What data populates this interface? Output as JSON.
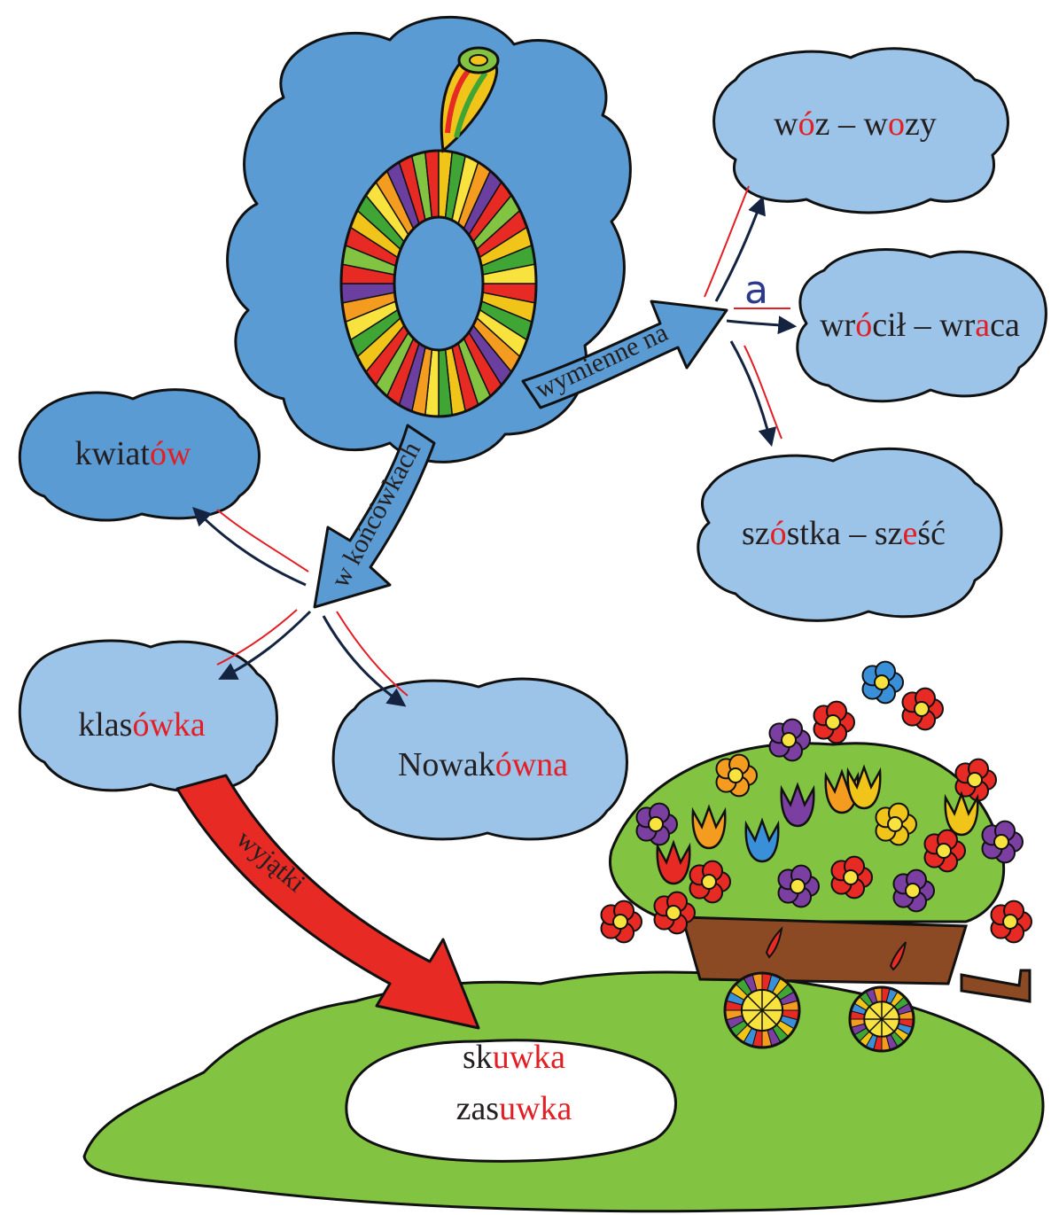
{
  "colors": {
    "center_cloud": "#5b9bd3",
    "example_cloud": "#9cc3e8",
    "highlight": "#e31e24",
    "text": "#231f20",
    "arrow_blue": "#5b9bd3",
    "arrow_red": "#e82a24",
    "grass": "#82c341",
    "rule_red": "#e31e24",
    "arrow_ink": "#14233f",
    "letter_a": "#2b3a8f",
    "cart": "#8b4a23"
  },
  "center": {
    "icon": "letter-o-striped-icon"
  },
  "arrows": {
    "replaceable": "wymienne na",
    "endings": "w końcówkach",
    "exceptions": "wyjątki"
  },
  "replace_letter": "a",
  "examples_replaceable": [
    {
      "parts": [
        [
          "w",
          "n"
        ],
        [
          "ó",
          "h"
        ],
        [
          "z – w",
          "n"
        ],
        [
          "o",
          "h"
        ],
        [
          "zy",
          "n"
        ]
      ]
    },
    {
      "parts": [
        [
          "wr",
          "n"
        ],
        [
          "ó",
          "h"
        ],
        [
          "cił – wr",
          "n"
        ],
        [
          "a",
          "h"
        ],
        [
          "ca",
          "n"
        ]
      ]
    },
    {
      "parts": [
        [
          "sz",
          "n"
        ],
        [
          "ó",
          "h"
        ],
        [
          "stka – sz",
          "n"
        ],
        [
          "e",
          "h"
        ],
        [
          "ść",
          "n"
        ]
      ]
    }
  ],
  "examples_endings": [
    {
      "parts": [
        [
          "kwiat",
          "n"
        ],
        [
          "ów",
          "h"
        ]
      ]
    },
    {
      "parts": [
        [
          "klas",
          "n"
        ],
        [
          "ówka",
          "h"
        ]
      ]
    },
    {
      "parts": [
        [
          "Nowak",
          "n"
        ],
        [
          "ówna",
          "h"
        ]
      ]
    }
  ],
  "exceptions_words": [
    {
      "parts": [
        [
          "sk",
          "n"
        ],
        [
          "uwka",
          "h"
        ]
      ]
    },
    {
      "parts": [
        [
          "zas",
          "n"
        ],
        [
          "uwka",
          "h"
        ]
      ]
    }
  ],
  "decoration": {
    "icon": "flower-cart-icon"
  }
}
